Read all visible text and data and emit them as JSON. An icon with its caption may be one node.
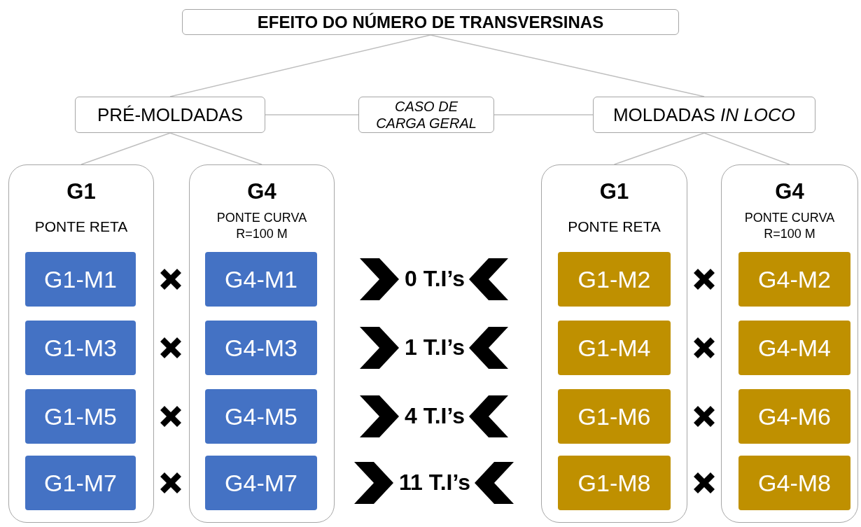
{
  "diagram": {
    "nodes": [
      {
        "text": [
          "EFEITO DO NÚMERO DE TRANSVERSINAS"
        ]
      },
      {
        "text": [
          "PRÉ-MOLDADAS"
        ]
      },
      {
        "text": [
          "CASO DE CARGA GERAL"
        ]
      },
      {
        "text": [
          "MOLDADAS *IN LOCO*"
        ]
      },
      {
        "text": [
          "G1",
          "PONTE RETA"
        ]
      },
      {
        "text": [
          "G1-M1"
        ],
        "in": 4
      },
      {
        "text": [
          "G1-M3"
        ],
        "in": 4
      },
      {
        "text": [
          "G1-M5"
        ],
        "in": 4
      },
      {
        "text": [
          "G1-M7"
        ],
        "in": 4
      },
      {
        "text": [
          "G4",
          "PONTE CURVA R=100 M"
        ]
      },
      {
        "text": [
          "G4-M1"
        ],
        "in": 9
      },
      {
        "text": [
          "G4-M3"
        ],
        "in": 9
      },
      {
        "text": [
          "G4-M5"
        ],
        "in": 9
      },
      {
        "text": [
          "G4-M7"
        ],
        "in": 9
      },
      {
        "text": [
          "G1",
          "PONTE RETA"
        ]
      },
      {
        "text": [
          "G1-M2"
        ],
        "in": 14
      },
      {
        "text": [
          "G1-M4"
        ],
        "in": 14
      },
      {
        "text": [
          "G1-M6"
        ],
        "in": 14
      },
      {
        "text": [
          "G1-M8"
        ],
        "in": 14
      },
      {
        "text": [
          "G4",
          "PONTE CURVA R=100 M"
        ]
      },
      {
        "text": [
          "G4-M2"
        ],
        "in": 19
      },
      {
        "text": [
          "G4-M4"
        ],
        "in": 19
      },
      {
        "text": [
          "G4-M6"
        ],
        "in": 19
      },
      {
        "text": [
          "G4-M8"
        ],
        "in": 19
      }
    ],
    "edges": [
      {
        "from": 0,
        "to": 1,
        "arrow": "none"
      },
      {
        "from": 0,
        "to": 3,
        "arrow": "none"
      },
      {
        "from": 1,
        "to": 2,
        "arrow": "none"
      },
      {
        "from": 2,
        "to": 3,
        "arrow": "none"
      },
      {
        "from": 1,
        "to": 4,
        "arrow": "none"
      },
      {
        "from": 1,
        "to": 9,
        "arrow": "none"
      },
      {
        "from": 3,
        "to": 14,
        "arrow": "none"
      },
      {
        "from": 3,
        "to": 19,
        "arrow": "none"
      }
    ],
    "labels": [
      "0 T.I’s",
      "1 T.I’s",
      "4 T.I’s",
      "11 T.I’s"
    ]
  }
}
